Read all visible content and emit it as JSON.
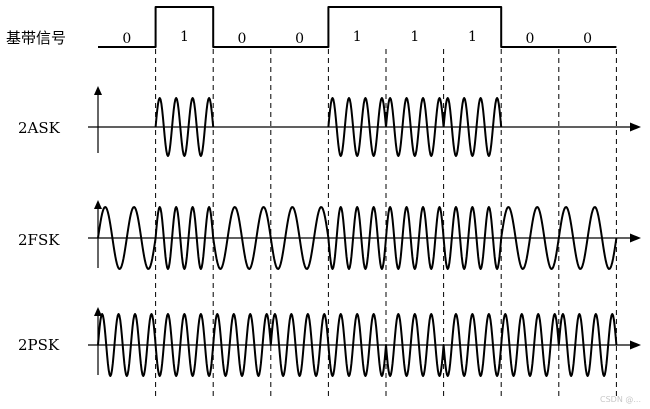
{
  "diagram": {
    "baseband_label": "基带信号",
    "bits": [
      "0",
      "1",
      "0",
      "0",
      "1",
      "1",
      "1",
      "0",
      "0"
    ],
    "rows": [
      {
        "label": "2ASK",
        "mode": "ask"
      },
      {
        "label": "2FSK",
        "mode": "fsk"
      },
      {
        "label": "2PSK",
        "mode": "psk"
      }
    ],
    "cycles_per_bit": 3.5,
    "fsk_cycles": {
      "zero": 2,
      "one": 3.5
    },
    "watermark": "CSDN @..."
  }
}
